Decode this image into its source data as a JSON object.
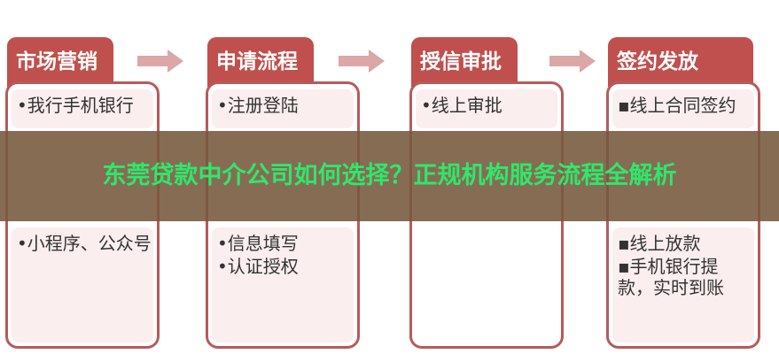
{
  "steps": [
    {
      "title": "市场营销",
      "items": [
        "•我行手机银行",
        "•小程序、公众号"
      ]
    },
    {
      "title": "申请流程",
      "items": [
        "•注册登陆",
        "•信息填写",
        "•认证授权"
      ]
    },
    {
      "title": "授信审批",
      "items": [
        "•线上审批"
      ]
    },
    {
      "title": "签约发放",
      "items": [
        "▪线上合同签约",
        "▪线上放款",
        "▪手机银行提款，实时到账"
      ]
    }
  ],
  "overlay_title": "东莞贷款中介公司如何选择？正规机构服务流程全解析",
  "colors": {
    "header": "#c0504d",
    "border": "#b85a5a",
    "arrow": "#dba7a7",
    "title_text": "#2ee86a"
  }
}
